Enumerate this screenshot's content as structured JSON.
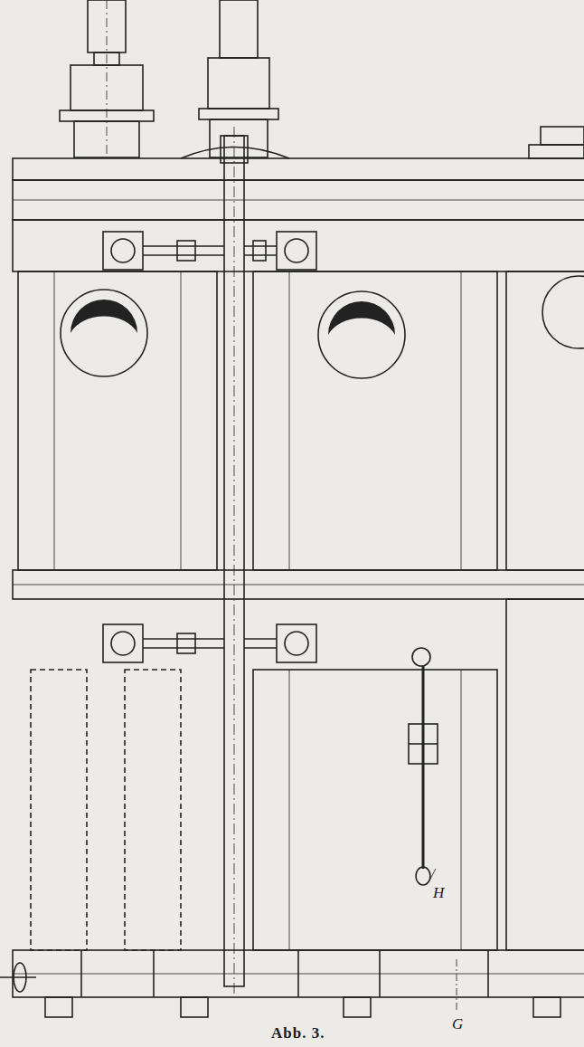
{
  "diagram": {
    "caption": "Abb. 3.",
    "labels": [
      "H",
      "G"
    ]
  }
}
